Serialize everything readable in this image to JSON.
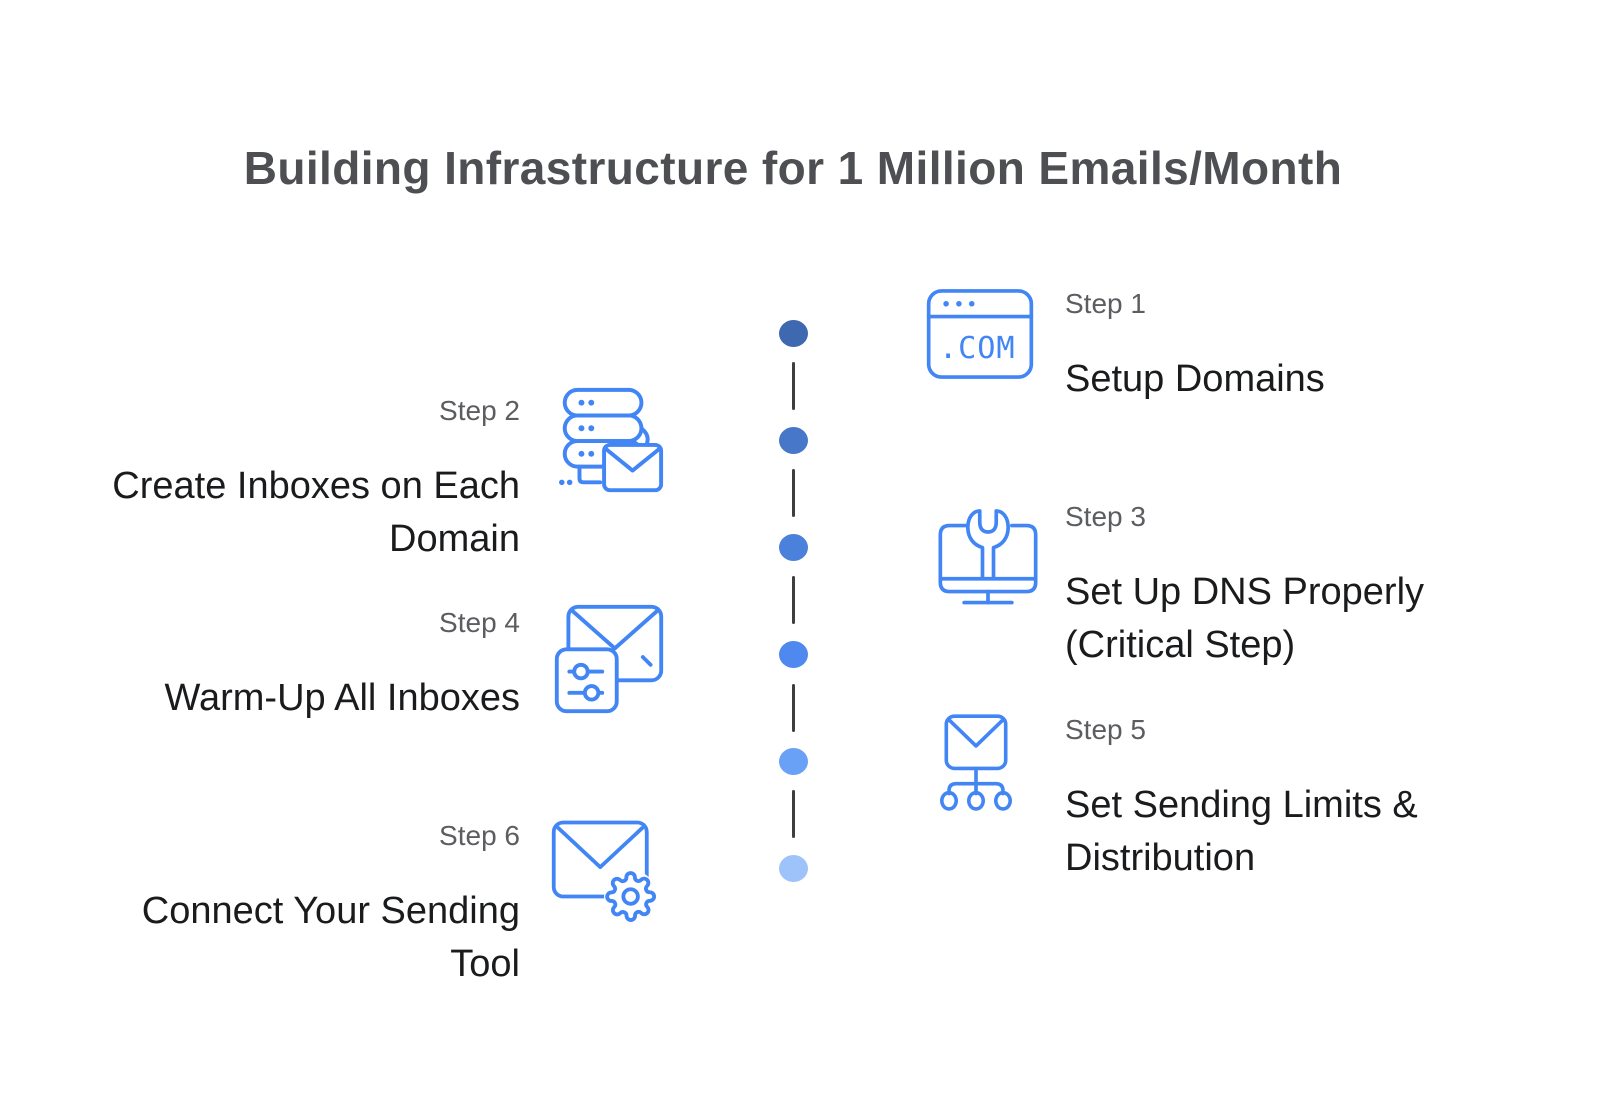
{
  "title": "Building Infrastructure for 1 Million Emails/Month",
  "steps": [
    {
      "label": "Step 1",
      "title": "Setup Domains",
      "side": "right",
      "icon": "browser-com-icon"
    },
    {
      "label": "Step 2",
      "title": "Create Inboxes on Each Domain",
      "side": "left",
      "icon": "server-mail-icon"
    },
    {
      "label": "Step 3",
      "title": "Set Up DNS Properly (Critical Step)",
      "side": "right",
      "icon": "monitor-wrench-icon"
    },
    {
      "label": "Step 4",
      "title": "Warm-Up All Inboxes",
      "side": "left",
      "icon": "mail-sliders-icon"
    },
    {
      "label": "Step 5",
      "title": "Set Sending Limits & Distribution",
      "side": "right",
      "icon": "mail-distribution-icon"
    },
    {
      "label": "Step 6",
      "title": "Connect Your Sending Tool",
      "side": "left",
      "icon": "mail-gear-icon"
    }
  ],
  "icon_text": {
    "com": ".COM"
  },
  "colors": {
    "accent": "#4285F4",
    "connector": "#3e3e40",
    "title": "#4d4f53",
    "step_label": "#5b5d61",
    "step_title": "#1a1b1d",
    "timeline_dots": [
      "#3E68B0",
      "#4677C8",
      "#4B80DB",
      "#4F88EF",
      "#68A1F6",
      "#9DC3FA"
    ]
  }
}
